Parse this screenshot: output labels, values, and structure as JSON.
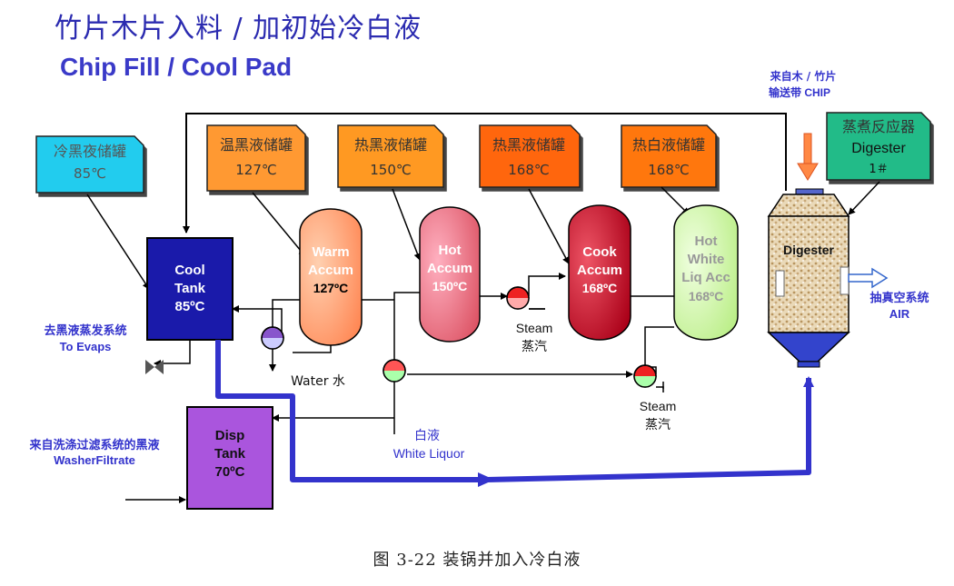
{
  "title_cn": "竹片木片入料 / 加初始冷白液",
  "title_en": "Chip Fill / Cool Pad",
  "caption": "图 3-22 装锅并加入冷白液",
  "labels": [
    {
      "id": "cold_black_label",
      "lines": [
        "冷黑夜储罐",
        "85℃"
      ]
    },
    {
      "id": "warm_black_label",
      "lines": [
        "温黑液储罐",
        "127℃"
      ]
    },
    {
      "id": "hot_black_label",
      "lines": [
        "热黑液储罐",
        "150℃"
      ]
    },
    {
      "id": "hot_black2_label",
      "lines": [
        "热黑液储罐",
        "168℃"
      ]
    },
    {
      "id": "hot_white_label",
      "lines": [
        "热白液储罐",
        "168℃"
      ]
    },
    {
      "id": "digester_label",
      "lines": [
        "蒸煮反应器",
        "Digester",
        "1＃"
      ]
    }
  ],
  "vessels": {
    "cool_tank": [
      "Cool",
      "Tank",
      "85ºC"
    ],
    "disp_tank": [
      "Disp",
      "Tank",
      "70ºC"
    ],
    "warm_accum": [
      "Warm",
      "Accum",
      "127ºC"
    ],
    "hot_accum": [
      "Hot",
      "Accum",
      "150ºC"
    ],
    "cook_accum": [
      "Cook",
      "Accum",
      "168ºC"
    ],
    "hot_white_acc": [
      "Hot",
      "White",
      "Liq Acc",
      "168ºC"
    ],
    "digester": "Digester"
  },
  "annotations": {
    "chip_cn": "来自木 / 竹片",
    "chip_en": "输送带 CHIP",
    "evaps_cn": "去黑液蒸发系统",
    "evaps_en": "To Evaps",
    "washer_cn": "来自洗涤过滤系统的黑液",
    "washer_en": "WasherFiltrate",
    "water": "Water  水",
    "steam1_en": "Steam",
    "steam1_cn": "蒸汽",
    "steam2_en": "Steam",
    "steam2_cn": "蒸汽",
    "white_cn": "白液",
    "white_en": "White Liquor",
    "air_cn": "抽真空系统",
    "air_en": "AIR"
  },
  "colors": {
    "title": "#2b2bb0",
    "flow_blue": "#3333cc",
    "cold_box": "#22ccee",
    "warm_box": "#ff9933",
    "hot_box": "#ff8822",
    "hot2_box": "#ff6611",
    "white_box": "#ff7711",
    "digester_box": "#22bb88",
    "cool_tank": "#1a1aaa",
    "disp_tank": "#aa55dd",
    "warm_vessel": "#ff9966",
    "hot_vessel": "#ee6677",
    "cook_vessel": "#bb0022",
    "white_vessel": "#ccff99"
  }
}
